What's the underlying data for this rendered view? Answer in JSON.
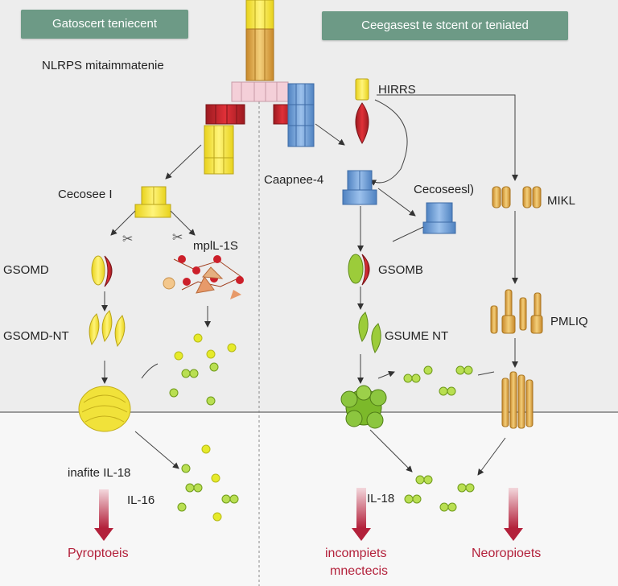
{
  "headers": {
    "left": "Gatoscert teniecent",
    "right": "Ceegasest te stcent or teniated"
  },
  "labels": {
    "nlrp": "NLRPS mitaimmatenie",
    "caspase_left": "Cecosee I",
    "il18_mature": "mplL-1S",
    "gsdmd": "GSOMD",
    "gsdmd_nt": "GSOMD-NT",
    "hirrs": "HIRRS",
    "caspase_mid": "Caapnee-4",
    "caspase_right": "Cecoseesl)",
    "mlkl": "MIKL",
    "gsdmb": "GSOMB",
    "gsdme_nt": "GSUME NT",
    "pmlkl": "PMLIQ",
    "il18_release": "inafite IL-18",
    "il16": "IL-16",
    "il18_right": "IL-18"
  },
  "outcomes": {
    "pyroptosis": "Pyroptoeis",
    "incomplete_line1": "incompiets",
    "incomplete_line2": "mnectecis",
    "necroptosis": "Neoropioets"
  },
  "colors": {
    "header_bg": "#6d9a86",
    "red": "#c8202a",
    "yellow": "#f2e12a",
    "blue": "#6d9ed6",
    "orange": "#d9a23a",
    "green": "#8cc63f",
    "outcome_arrow": "#b3213b"
  }
}
